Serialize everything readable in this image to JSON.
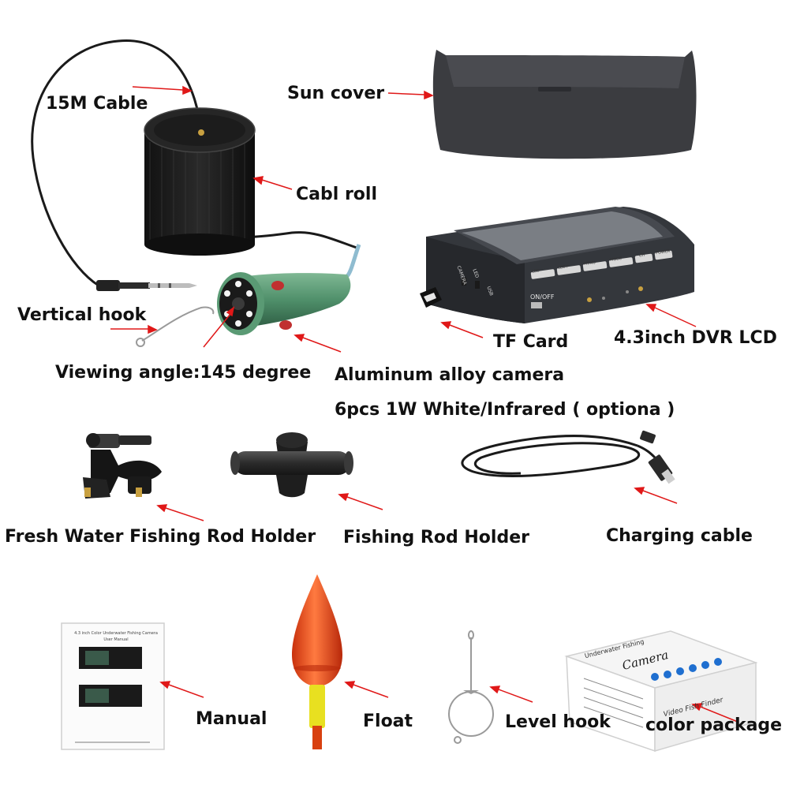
{
  "colors": {
    "background": "#ffffff",
    "label_text": "#111111",
    "arrow": "#e01818",
    "camera_body": "#4f8f6a",
    "monitor_body": "#3a3d42",
    "float_red": "#f0501e",
    "float_yellow": "#e8e020",
    "box_print": "#1f6fd0"
  },
  "labels": {
    "cable_15m": "15M Cable",
    "sun_cover": "Sun cover",
    "cable_roll": "Cabl roll",
    "vertical_hook": "Vertical hook",
    "tf_card": "TF Card",
    "dvr_lcd": "4.3inch DVR LCD",
    "viewing_angle": "Viewing angle:145 degree",
    "aluminum_camera": "Aluminum alloy camera",
    "leds": "6pcs 1W White/Infrared ( optiona )",
    "fresh_water_holder": "Fresh Water Fishing Rod Holder",
    "fishing_rod_holder": "Fishing Rod Holder",
    "charging_cable": "Charging cable",
    "manual": "Manual",
    "float": "Float",
    "level_hook": "Level hook",
    "color_package": "color package"
  },
  "monitor": {
    "buttons": [
      "LED-",
      "LED+",
      "MENU",
      "MODE",
      "CH",
      "POWER"
    ],
    "side_labels": [
      "CAMERA",
      "LED",
      "USB"
    ],
    "switch_label": "ON/OFF"
  },
  "manual_doc": {
    "title_line1": "4.3 inch Color Underwater Fishing Camera",
    "title_line2": "User Manual"
  },
  "package_box": {
    "brand": "Camera",
    "top_text": "Underwater Fishing",
    "side_text": "Video Fish Finder"
  },
  "icons": [
    "cable-icon",
    "sun-cover-icon",
    "cable-roll-icon",
    "camera-icon",
    "monitor-icon",
    "tf-card-icon",
    "rod-holder-clamp-icon",
    "rod-holder-icon",
    "charging-cable-icon",
    "manual-icon",
    "float-icon",
    "level-hook-icon",
    "package-box-icon"
  ]
}
